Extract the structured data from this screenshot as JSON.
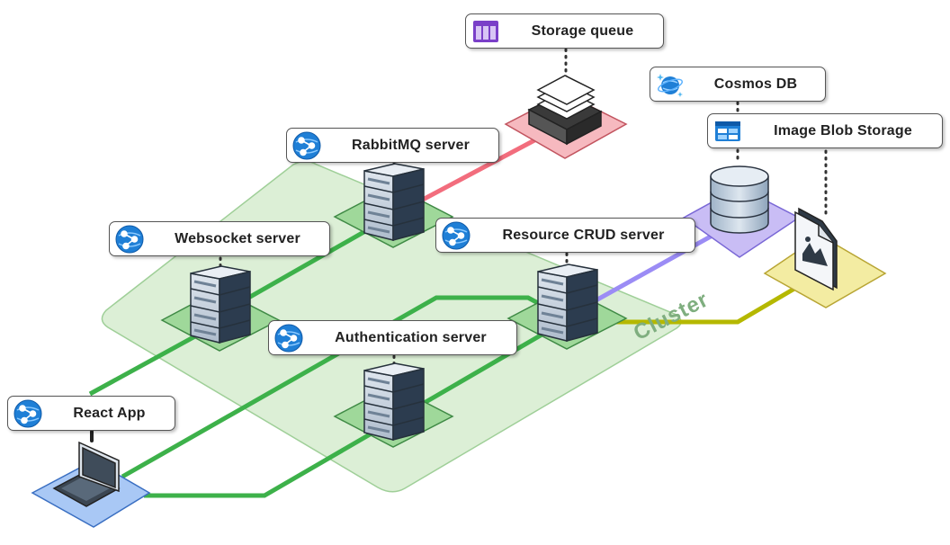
{
  "labels": {
    "storage_queue": "Storage queue",
    "cosmos_db": "Cosmos DB",
    "image_blob_storage": "Image Blob Storage",
    "rabbitmq_server": "RabbitMQ server",
    "websocket_server": "Websocket server",
    "resource_crud_server": "Resource CRUD server",
    "authentication_server": "Authentication server",
    "react_app": "React App",
    "cluster": "Cluster"
  },
  "icons": {
    "storage_queue": "storage-queue-icon",
    "cosmos_db": "cosmos-db-icon",
    "image_blob_storage": "blob-storage-icon",
    "rabbitmq_server": "azure-app-service-icon",
    "websocket_server": "azure-app-service-icon",
    "resource_crud_server": "azure-app-service-icon",
    "authentication_server": "azure-app-service-icon",
    "react_app": "azure-app-service-icon"
  },
  "colors": {
    "green_link": "#3db14a",
    "red_link": "#f26d7d",
    "purple_link": "#9b8cf5",
    "olive_link": "#b5b800",
    "cluster_fill": "#dcefd6",
    "cluster_text": "#7fae7f",
    "queue_tile": "#f6b9bf",
    "cosmos_tile": "#c9bdf5",
    "blob_tile": "#f3eca2",
    "laptop_tile": "#a9c8f5",
    "server_tile": "#9fd89a"
  }
}
